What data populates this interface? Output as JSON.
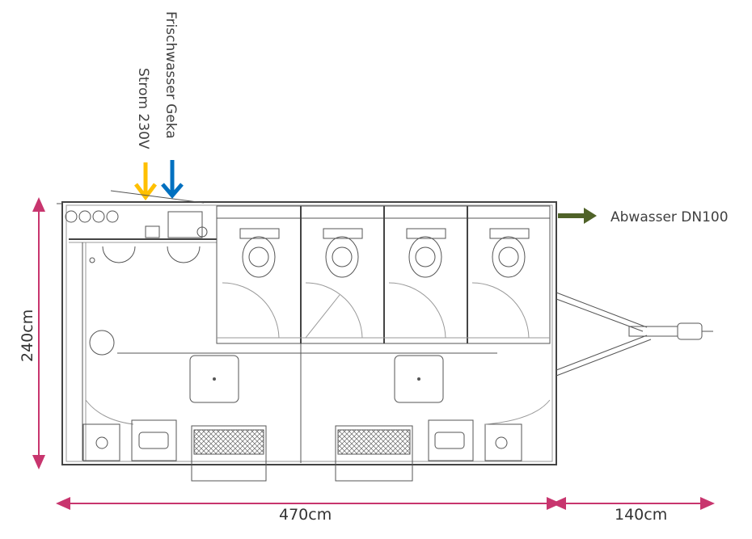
{
  "labels": {
    "fresh_water": "Frischwasser  Geka",
    "power": "Strom 230V",
    "waste_water": "Abwasser DN100"
  },
  "dimensions": {
    "width": "240cm",
    "length": "470cm",
    "drawbar": "140cm"
  },
  "colors": {
    "power_arrow": "#FFC000",
    "water_arrow": "#0070C0",
    "waste_arrow": "#4F6228",
    "dimension": "#C8356E"
  },
  "toilet_cubicles": 4
}
